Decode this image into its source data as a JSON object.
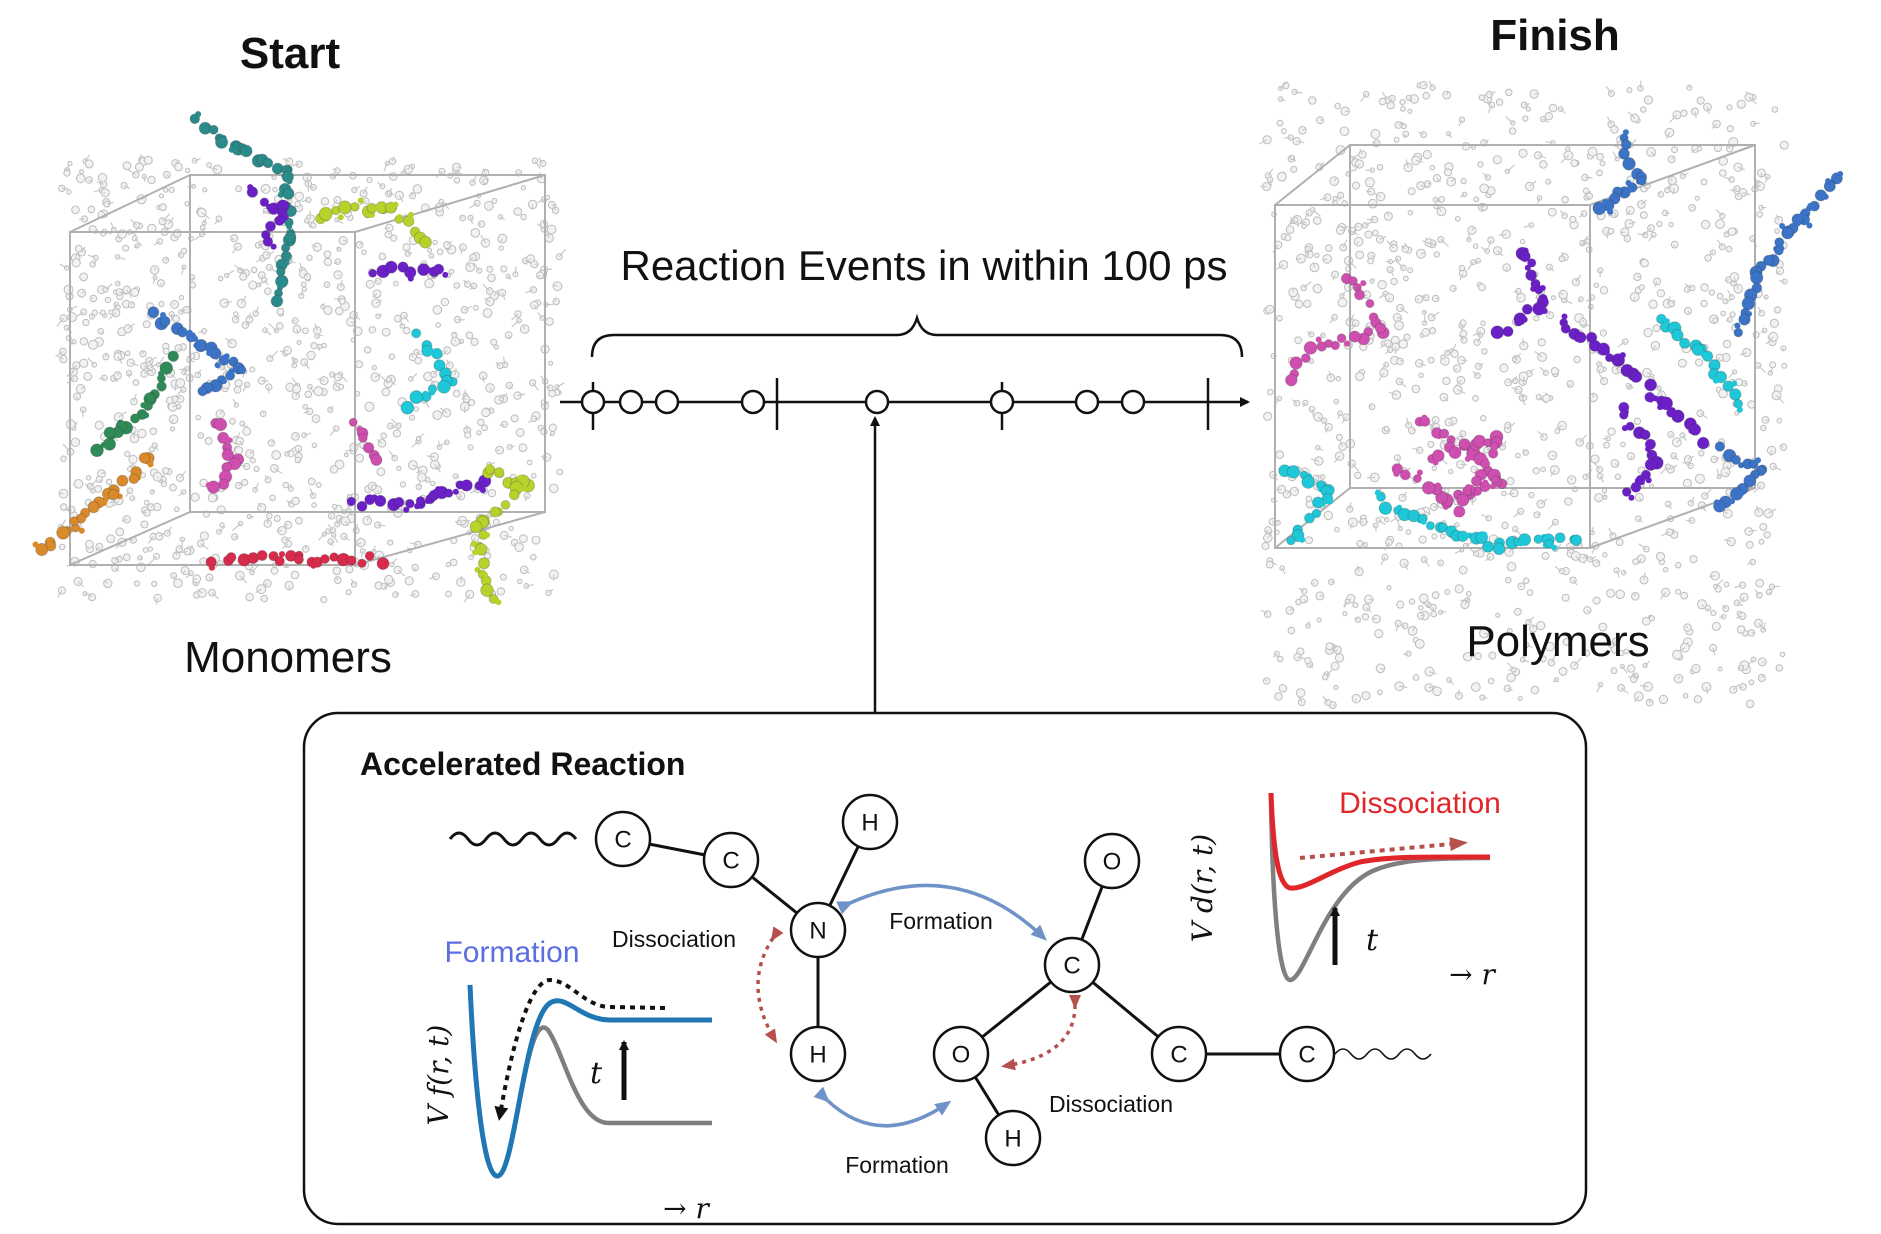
{
  "header": {
    "start_title": "Start",
    "finish_title": "Finish",
    "monomers_label": "Monomers",
    "polymers_label": "Polymers"
  },
  "timeline": {
    "title": "Reaction Events in within 100 ps"
  },
  "inset": {
    "title": "Accelerated Reaction",
    "formation_curve_title": "Formation",
    "dissociation_curve_title": "Dissociation",
    "formation_label_1": "Formation",
    "formation_label_2": "Formation",
    "dissociation_label_1": "Dissociation",
    "dissociation_label_2": "Dissociation",
    "time_symbol": "t",
    "r_axis_label": "→ r",
    "r_axis_label_2": "→ r",
    "vf_label": "V f(r, t)",
    "vd_label": "V d(r, t)"
  },
  "molecule": {
    "atoms": [
      "C",
      "C",
      "N",
      "H",
      "H",
      "C",
      "O",
      "O",
      "H",
      "C",
      "C"
    ]
  },
  "colors": {
    "formation_blue": "#1f77b4",
    "formation_text": "#5b6ee1",
    "dissociation_red": "#e0262b",
    "arrow_blue": "#6f93c8",
    "arrow_red": "#b5504d",
    "gray_curve": "#7f7f7f",
    "box_gray": "#b0b0b0",
    "chain_colors": [
      "#2b8a8a",
      "#6b1fc6",
      "#3b73c6",
      "#2e8b57",
      "#d98a2b",
      "#cf4fb0",
      "#1ec8d8",
      "#b8d22b",
      "#d82b4b"
    ]
  }
}
